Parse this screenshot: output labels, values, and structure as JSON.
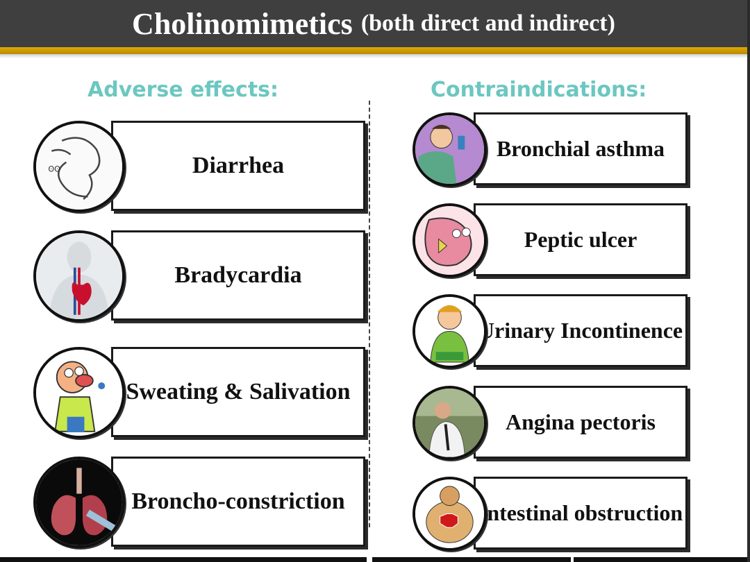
{
  "title": {
    "main": "Cholinomimetics",
    "sub": "(both direct and indirect)"
  },
  "colors": {
    "title_bar": "#3f3f3f",
    "accent_rule": "#e0a800",
    "heading": "#6cc7c0"
  },
  "adverse_effects": {
    "heading": "Adverse effects:",
    "items": [
      {
        "label": "Diarrhea",
        "icon": "diarrhea-sketch-icon"
      },
      {
        "label": "Bradycardia",
        "icon": "heart-anatomy-icon"
      },
      {
        "label": "Sweating & Salivation",
        "icon": "sweating-cartoon-icon"
      },
      {
        "label": "Broncho-constriction",
        "icon": "lungs-icon"
      }
    ]
  },
  "contraindications": {
    "heading": "Contraindications:",
    "items": [
      {
        "label": "Bronchial asthma",
        "icon": "inhaler-cartoon-icon"
      },
      {
        "label": "Peptic ulcer",
        "icon": "stomach-ulcer-icon"
      },
      {
        "label": "Urinary Incontinence",
        "icon": "incontinence-cartoon-icon"
      },
      {
        "label": "Angina pectoris",
        "icon": "chest-pain-photo-icon"
      },
      {
        "label": "Intestinal obstruction",
        "icon": "stop-belly-cartoon-icon"
      }
    ]
  }
}
